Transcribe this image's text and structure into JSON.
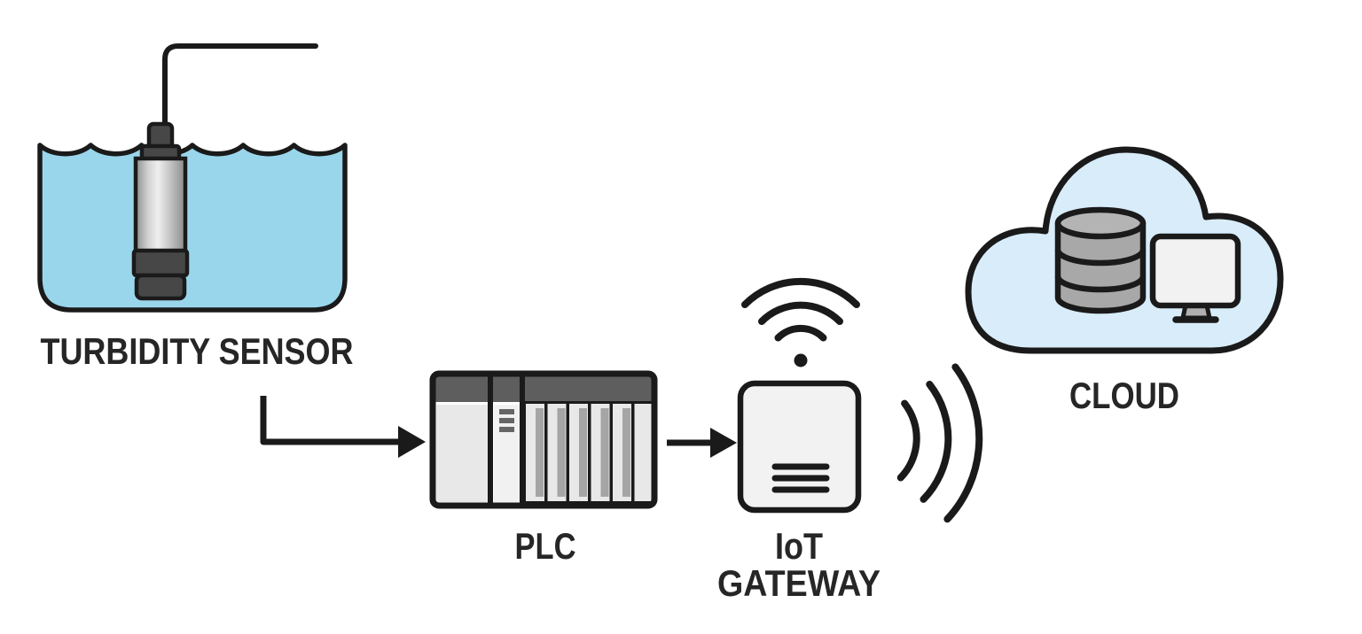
{
  "nodes": {
    "turbidity_sensor": {
      "label": "TURBIDITY SENSOR"
    },
    "plc": {
      "label": "PLC"
    },
    "iot_gateway": {
      "label_top": "IoT",
      "label_bottom": "GATEWAY"
    },
    "cloud": {
      "label": "CLOUD"
    }
  },
  "connections": [
    {
      "from": "turbidity_sensor",
      "to": "plc",
      "type": "wired-arrow"
    },
    {
      "from": "plc",
      "to": "iot_gateway",
      "type": "wired-arrow"
    },
    {
      "from": "iot_gateway",
      "to": "cloud",
      "type": "wireless-waves"
    }
  ],
  "icons": {
    "turbidity-sensor-icon": "probe submerged in water tank",
    "sensor-cable-icon": "bent cable line",
    "plc-icon": "controller rack with modules",
    "wifi-icon": "three arcs over dot",
    "iot-gateway-icon": "rounded box with three bars",
    "signal-waves-icon": ")))",
    "cloud-icon": "cloud outline",
    "database-icon": "stacked cylinder",
    "monitor-icon": "screen on stand",
    "arrow-icon": "→"
  },
  "colors": {
    "outline": "#1a1a1a",
    "water": "#9ad6eb",
    "cloud_fill": "#d8ecf9",
    "panel_dark": "#5e5e5e",
    "module_light": "#e8e8e8",
    "slot_stripe": "#a5a5a5",
    "gateway_fill": "#f2f2f2",
    "database_gray": "#a8a8a8",
    "screen_light": "#f2f2f2",
    "sensor_dark": "#474747",
    "text": "#262626"
  }
}
